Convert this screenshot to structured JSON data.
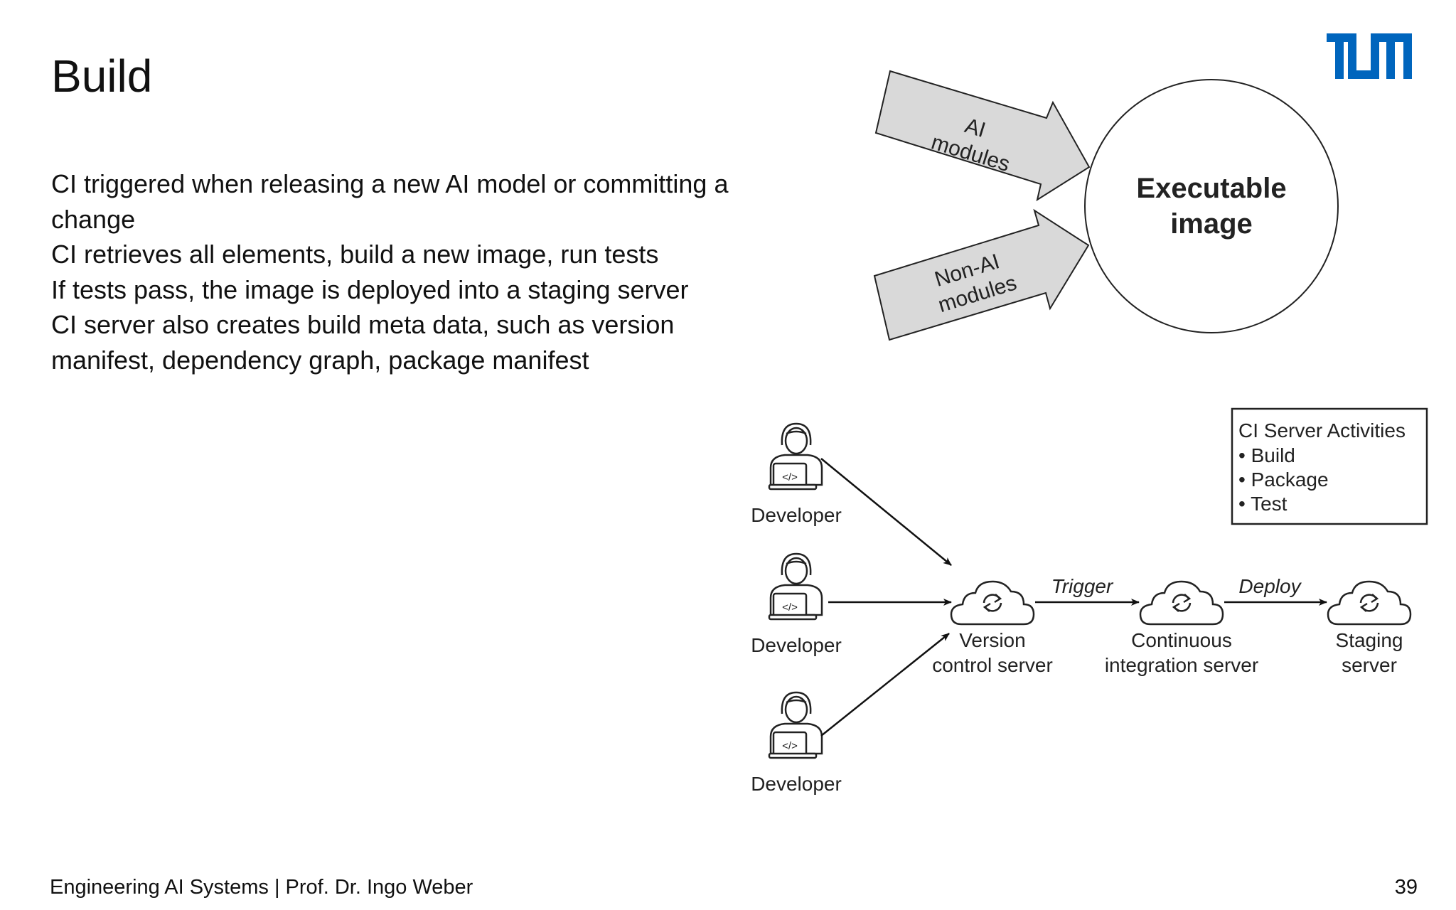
{
  "slide": {
    "title": "Build",
    "bullets": [
      "CI triggered when releasing a new AI model or committing a change",
      "CI retrieves all elements, build a new image, run tests",
      "If tests pass, the image is deployed into a staging server",
      "CI server also creates build meta data, such as version manifest, dependency graph, package manifest"
    ],
    "footer": "Engineering AI Systems  |  Prof. Dr. Ingo Weber",
    "page_number": "39",
    "brand_color": "#0065BD"
  },
  "diagram_top": {
    "arrow1": [
      "AI",
      "modules"
    ],
    "arrow2": [
      "Non-AI",
      "modules"
    ],
    "circle": [
      "Executable",
      "image"
    ]
  },
  "diagram_pipeline": {
    "developers": [
      "Developer",
      "Developer",
      "Developer"
    ],
    "nodes": [
      [
        "Version",
        "control server"
      ],
      [
        "Continuous",
        "integration server"
      ],
      [
        "Staging",
        "server"
      ]
    ],
    "edges": [
      "Trigger",
      "Deploy"
    ],
    "ci_box": {
      "title": "CI Server Activities",
      "items": [
        "Build",
        "Package",
        "Test"
      ]
    },
    "dev_icon_code": "</>"
  }
}
